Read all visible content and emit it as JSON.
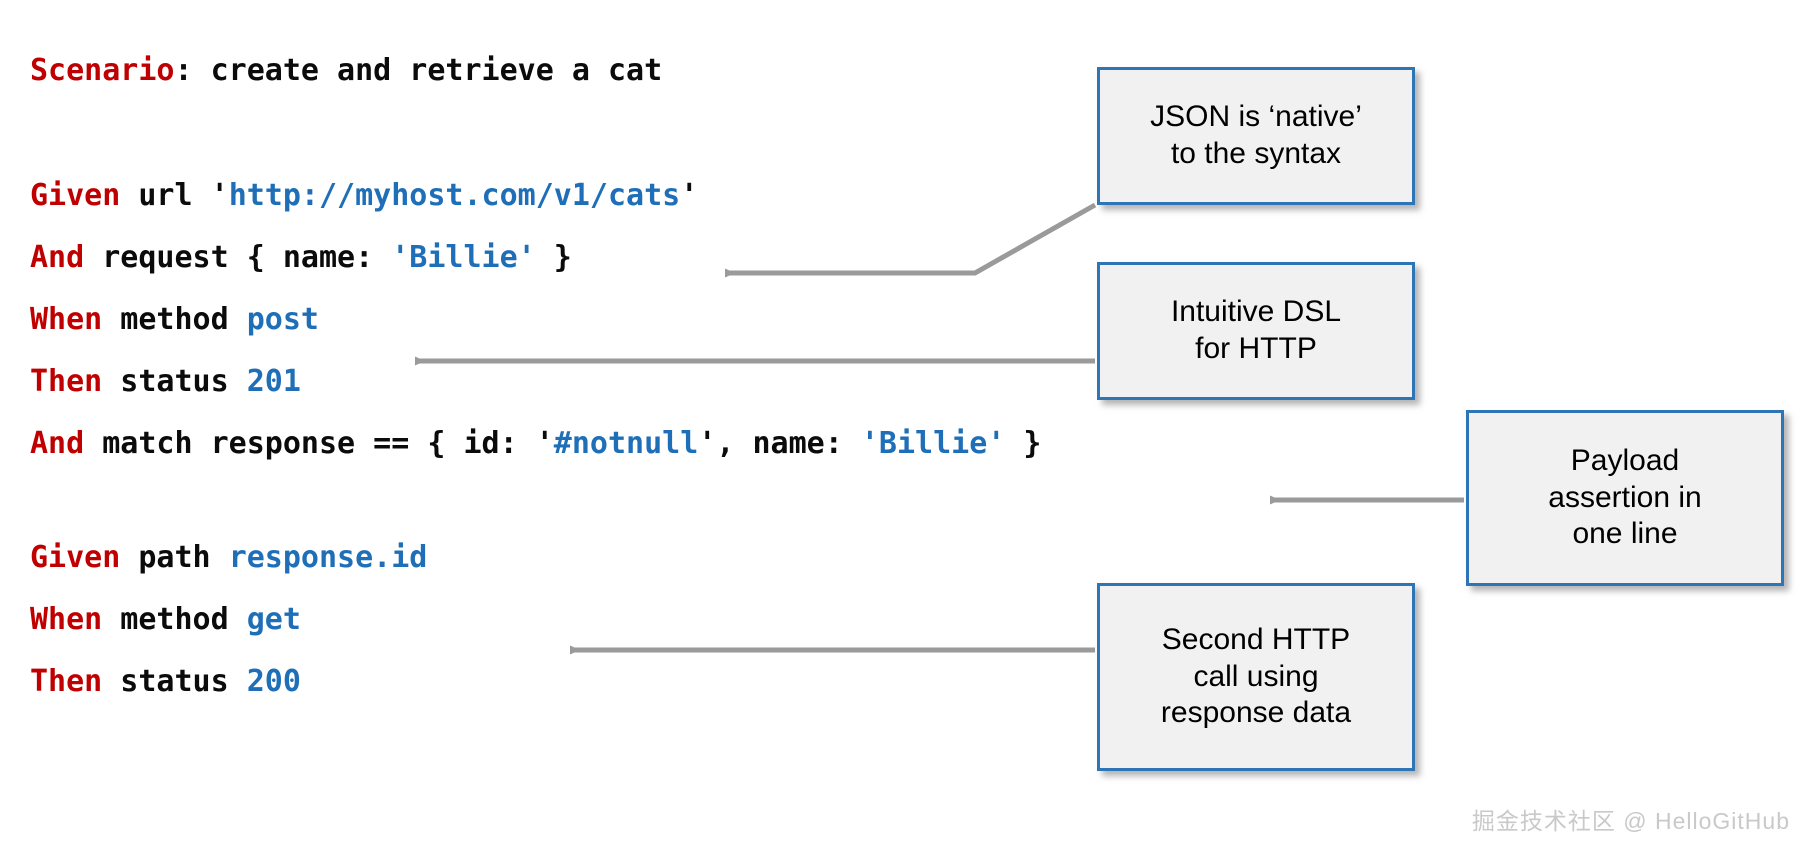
{
  "colors": {
    "keyword_red": "#C00000",
    "value_blue": "#1F6FB8",
    "text_black": "#0B0B0B",
    "box_border": "#2E75B6",
    "box_fill": "#F1F1F1",
    "arrow_gray": "#9A9A9A",
    "watermark_gray": "#C9C9C9",
    "background": "#FFFFFF"
  },
  "code": {
    "scenario": {
      "keyword": "Scenario",
      "rest": ": create and retrieve a cat"
    },
    "given_url": {
      "keyword": "Given",
      "middle": " url ",
      "quote_open": "'",
      "value": "http://myhost.com/v1/cats",
      "quote_close": "'"
    },
    "and_request": {
      "keyword": "And",
      "middle": " request { name: ",
      "value": "'Billie'",
      "tail": " }"
    },
    "when_post": {
      "keyword": "When",
      "middle": " method ",
      "value": "post"
    },
    "then_201": {
      "keyword": "Then",
      "middle": " status ",
      "value": "201"
    },
    "and_match": {
      "keyword": "And",
      "middle": " match response == { id: '",
      "value1": "#notnull",
      "middle2": "', name: ",
      "value2": "'Billie'",
      "tail": " }"
    },
    "given_path": {
      "keyword": "Given",
      "middle": " path ",
      "value": "response.id"
    },
    "when_get": {
      "keyword": "When",
      "middle": " method ",
      "value": "get"
    },
    "then_200": {
      "keyword": "Then",
      "middle": " status ",
      "value": "200"
    }
  },
  "callouts": {
    "json_native": "JSON is ‘native’\nto the syntax",
    "intuitive_dsl": "Intuitive DSL\nfor HTTP",
    "payload_assertion": "Payload\nassertion in\none line",
    "second_http": "Second HTTP\ncall using\nresponse data"
  },
  "watermark": {
    "text": "掘金技术社区 @ HelloGitHub"
  }
}
